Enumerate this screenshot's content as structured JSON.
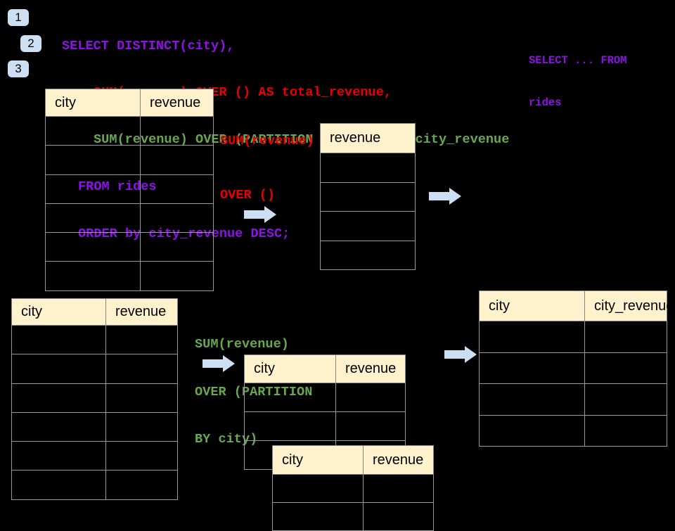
{
  "colors": {
    "background": "#000000",
    "purple": "#8e12e8",
    "red": "#ea0000",
    "green": "#6aa84f",
    "header_bg": "#fff2cc",
    "header_text": "#000000",
    "border": "#9a9a9a",
    "arrow_fill": "#cddff2",
    "badge_bg": "#cddff2",
    "badge_text": "#000000"
  },
  "step_badges": [
    {
      "label": "1"
    },
    {
      "label": "2"
    },
    {
      "label": "3"
    }
  ],
  "sql_code": {
    "line1": "SELECT DISTINCT(city),",
    "line2": "SUM(revenue) OVER () AS total_revenue,",
    "line3": "SUM(revenue) OVER (PARTITION BY city) as city_revenue",
    "line4": "FROM rides",
    "line5": "ORDER by city_revenue DESC;"
  },
  "side_note": {
    "line1": "SELECT ... FROM",
    "line2": "rides"
  },
  "annotation_total": {
    "line1": "SUM(revenue)",
    "line2": "OVER ()"
  },
  "annotation_partition": {
    "line1": "SUM(revenue)",
    "line2": "OVER (PARTITION",
    "line3": "BY city)"
  },
  "tables": {
    "source_top": {
      "headers": [
        "city",
        "revenue"
      ],
      "empty_rows": 6
    },
    "total_revenue_result": {
      "headers": [
        "revenue"
      ],
      "empty_rows": 4
    },
    "source_bottom": {
      "headers": [
        "city",
        "revenue"
      ],
      "empty_rows": 6
    },
    "partition_back": {
      "headers": [
        "city",
        "revenue"
      ],
      "empty_rows": 3
    },
    "partition_front": {
      "headers": [
        "city",
        "revenue"
      ],
      "empty_rows": 2
    },
    "city_revenue_result": {
      "headers": [
        "city",
        "city_revenue"
      ],
      "empty_rows": 4
    }
  }
}
